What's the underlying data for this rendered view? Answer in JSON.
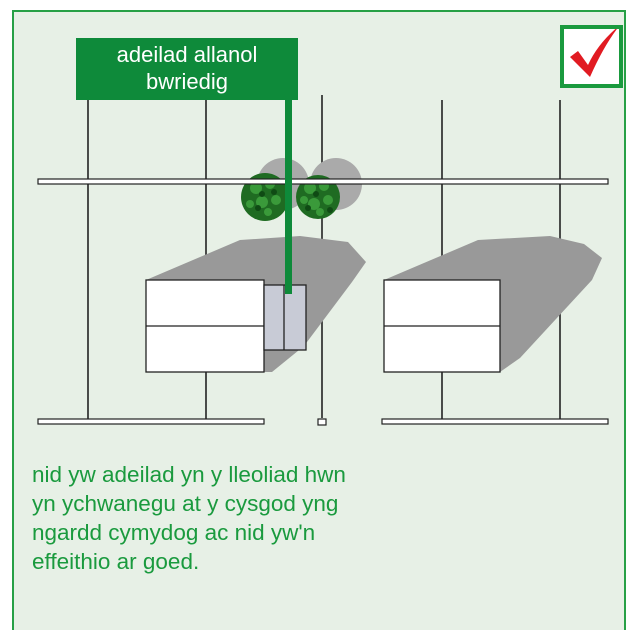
{
  "label": {
    "line1": "adeilad allanol",
    "line2": "bwriedig"
  },
  "check_icon": "check-mark-icon",
  "caption": {
    "line1": "nid yw adeilad yn y lleoliad hwn",
    "line2": "yn ychwanegu at y cysgod yng",
    "line3": "ngardd cymydog ac nid yw'n",
    "line4": "effeithio ar goed."
  },
  "colors": {
    "panel_background": "#e7f0e6",
    "border_green": "#27a046",
    "label_green": "#0e8a3a",
    "text_green": "#1a9a3e",
    "check_red": "#e11b22",
    "shadow_grey": "#999999"
  }
}
